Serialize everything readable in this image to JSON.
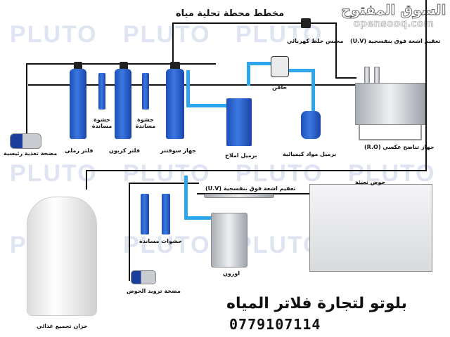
{
  "title": "مخطط محطة تحلية مياه",
  "watermark": "PLUTO",
  "opensooq": {
    "arabic": "السوق المفتوح",
    "latin": "opensooq.com"
  },
  "labels": {
    "main_pump": "مضخة تغذية رئيسية",
    "sand_filter": "فلتر رملي",
    "support_1": "حشوة مساندة",
    "carbon_filter": "فلتر كربون",
    "support_2": "حشوة مساندة",
    "softener": "جهاز سوفتنر",
    "salt_barrel": "برميل املاح",
    "injector": "حاقن",
    "chem_barrel": "برميل مواد كيميائية",
    "mixing_valve": "محبس خلط كهربائي",
    "uv_top": "تعقيم اشعة فوق بنفسجية (U.V)",
    "ro_unit": "جهاز تناضح عكسي (R.O)",
    "filling_basin": "حوض تعبئة",
    "uv_bottom": "تعقيم اشعة فوق بنفسجية (U.V)",
    "support_filters": "حشوات مساندة",
    "ozone": "اوزون",
    "basin_pump": "مضخة تزويد الحوض",
    "tank": "خزان تجميع غذائي"
  },
  "company": "بلوتو لتجارة فلاتر المياه",
  "phone": "0779107114",
  "colors": {
    "pipe": "#2ea6ee",
    "filter": "#2a5fcc",
    "line": "#111111",
    "watermark": "#dfe4f3"
  }
}
